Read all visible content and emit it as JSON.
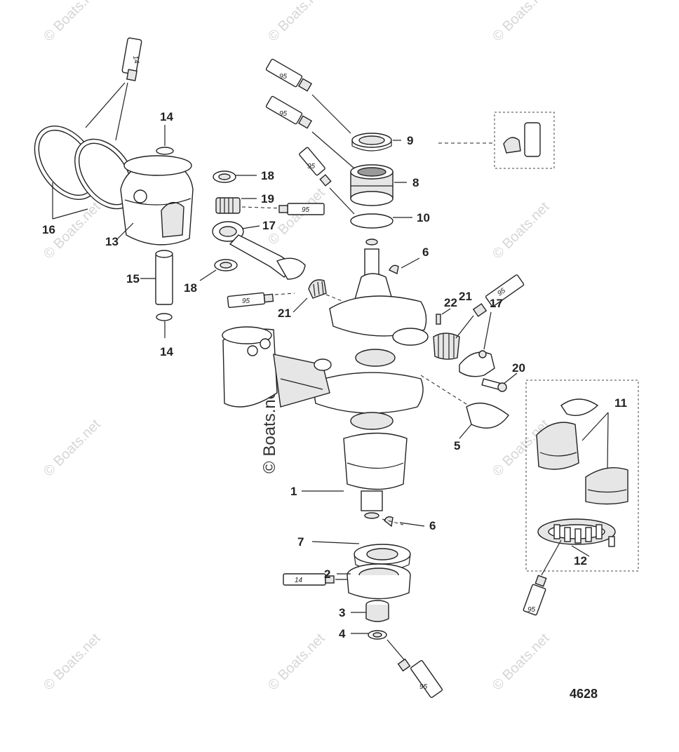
{
  "figure_number": "4628",
  "watermarks": {
    "small": "© Boats.net",
    "center": "© Boats.net"
  },
  "tube_labels": {
    "t14": "14",
    "t95": "95"
  },
  "callouts": {
    "c1": "1",
    "c2": "2",
    "c3": "3",
    "c4": "4",
    "c5": "5",
    "c6a": "6",
    "c6b": "6",
    "c7": "7",
    "c8": "8",
    "c9": "9",
    "c10": "10",
    "c11": "11",
    "c12": "12",
    "c13": "13",
    "c14a": "14",
    "c14b": "14",
    "c15": "15",
    "c16": "16",
    "c17a": "17",
    "c17b": "17",
    "c18a": "18",
    "c18b": "18",
    "c19": "19",
    "c20": "20",
    "c21a": "21",
    "c21b": "21",
    "c22": "22"
  },
  "colors": {
    "line": "#222222",
    "shade": "#e6e6e6",
    "dark": "#9a9a9a",
    "watermark": "#d6d6d6"
  }
}
